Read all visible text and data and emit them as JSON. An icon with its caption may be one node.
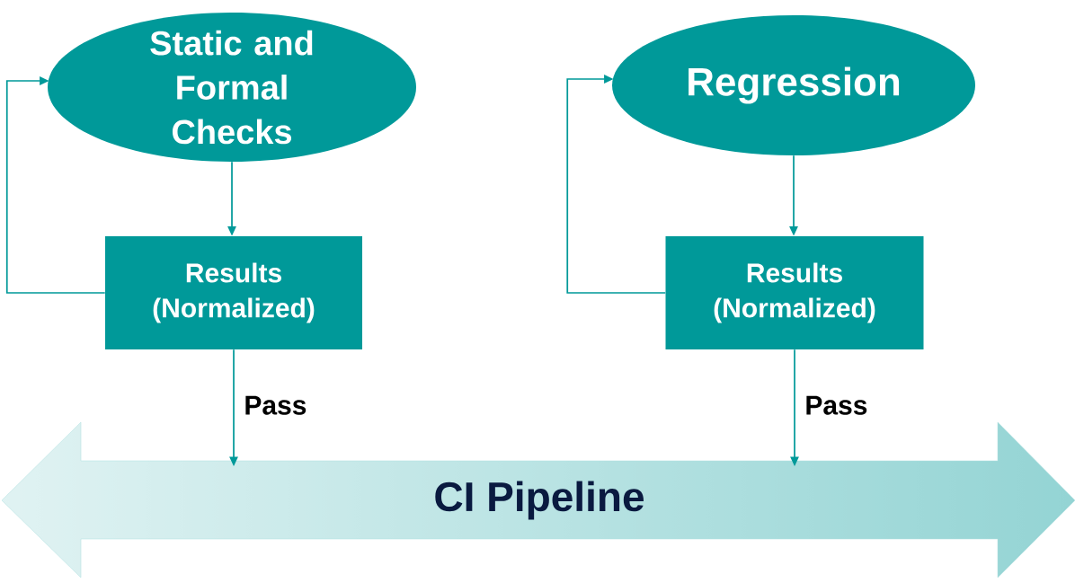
{
  "diagram": {
    "nodes": [
      {
        "text": [
          "Static and Formal Checks"
        ]
      },
      {
        "text": [
          "Results (Normalized)"
        ]
      },
      {
        "text": [
          "Regression"
        ]
      },
      {
        "text": [
          "Results (Normalized)"
        ]
      },
      {
        "text": [
          "CI Pipeline"
        ]
      }
    ],
    "edges": [
      {
        "from": 0,
        "to": 1,
        "arrow": "to"
      },
      {
        "from": 1,
        "to": 0,
        "arrow": "to"
      },
      {
        "from": 1,
        "to": 4,
        "arrow": "to",
        "label": "Pass"
      },
      {
        "from": 2,
        "to": 3,
        "arrow": "to"
      },
      {
        "from": 3,
        "to": 2,
        "arrow": "to"
      },
      {
        "from": 3,
        "to": 4,
        "arrow": "to",
        "label": "Pass"
      }
    ]
  }
}
